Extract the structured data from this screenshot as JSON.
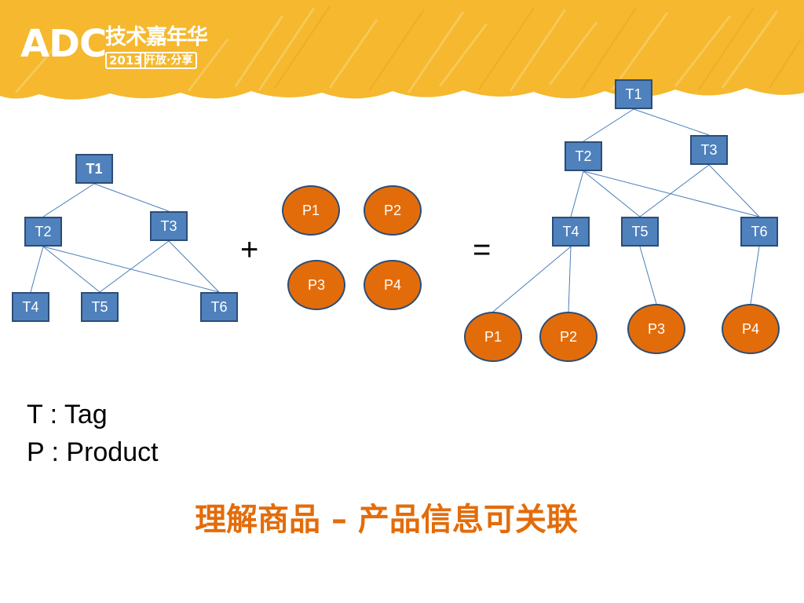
{
  "header": {
    "logo_main": "ADC",
    "logo_sub": "技术嘉年华",
    "logo_year": "2013",
    "logo_slogan": "开放·分享",
    "band_color": "#f5b82e"
  },
  "left_tree": {
    "nodes": [
      {
        "id": "T1",
        "label": "T1",
        "bold": true
      },
      {
        "id": "T2",
        "label": "T2"
      },
      {
        "id": "T3",
        "label": "T3"
      },
      {
        "id": "T4",
        "label": "T4"
      },
      {
        "id": "T5",
        "label": "T5"
      },
      {
        "id": "T6",
        "label": "T6"
      }
    ],
    "edges": [
      [
        "T1",
        "T2"
      ],
      [
        "T1",
        "T3"
      ],
      [
        "T2",
        "T4"
      ],
      [
        "T2",
        "T5"
      ],
      [
        "T2",
        "T6"
      ],
      [
        "T3",
        "T5"
      ],
      [
        "T3",
        "T6"
      ]
    ]
  },
  "products": [
    {
      "id": "P1",
      "label": "P1"
    },
    {
      "id": "P2",
      "label": "P2"
    },
    {
      "id": "P3",
      "label": "P3"
    },
    {
      "id": "P4",
      "label": "P4"
    }
  ],
  "operators": {
    "plus": "+",
    "equals": "="
  },
  "right_tree": {
    "nodes": [
      {
        "id": "T1",
        "label": "T1"
      },
      {
        "id": "T2",
        "label": "T2"
      },
      {
        "id": "T3",
        "label": "T3"
      },
      {
        "id": "T4",
        "label": "T4"
      },
      {
        "id": "T5",
        "label": "T5"
      },
      {
        "id": "T6",
        "label": "T6"
      },
      {
        "id": "P1",
        "label": "P1"
      },
      {
        "id": "P2",
        "label": "P2"
      },
      {
        "id": "P3",
        "label": "P3"
      },
      {
        "id": "P4",
        "label": "P4"
      }
    ],
    "edges": [
      [
        "T1",
        "T2"
      ],
      [
        "T1",
        "T3"
      ],
      [
        "T2",
        "T4"
      ],
      [
        "T2",
        "T5"
      ],
      [
        "T2",
        "T6"
      ],
      [
        "T3",
        "T5"
      ],
      [
        "T3",
        "T6"
      ],
      [
        "T4",
        "P1"
      ],
      [
        "T4",
        "P2"
      ],
      [
        "T5",
        "P3"
      ],
      [
        "T6",
        "P4"
      ]
    ]
  },
  "legend": [
    {
      "text": "T : Tag"
    },
    {
      "text": "P : Product"
    }
  ],
  "title": "理解商品 – 产品信息可关联",
  "colors": {
    "tag_fill": "#4f81bd",
    "tag_border": "#2c4d75",
    "product_fill": "#e36c0a",
    "edge": "#4a7ebb",
    "title": "#e36c0a"
  }
}
